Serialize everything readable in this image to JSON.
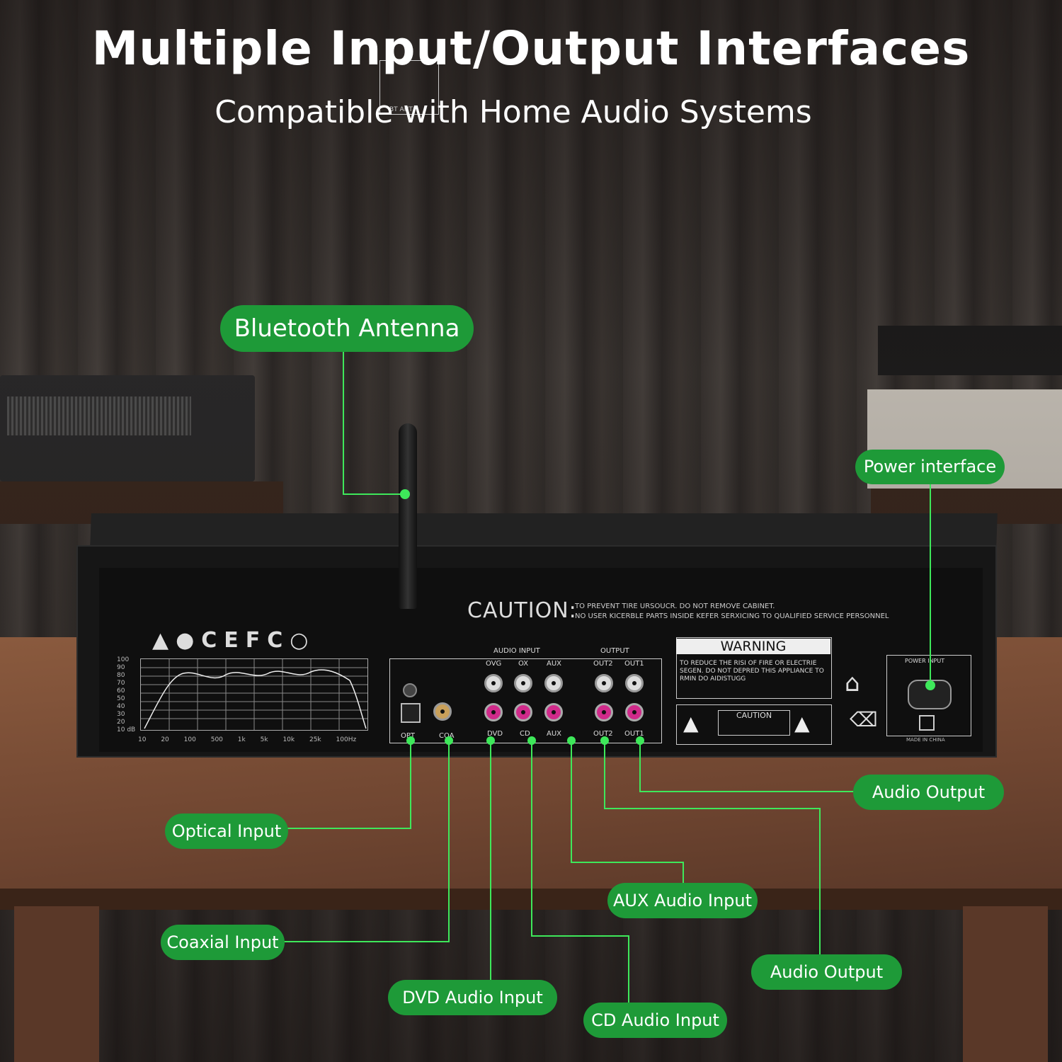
{
  "header": {
    "title": "Multiple Input/Output Interfaces",
    "subtitle": "Compatible with Home Audio Systems"
  },
  "callouts": {
    "bluetooth_antenna": "Bluetooth Antenna",
    "power_interface": "Power interface",
    "audio_output_1": "Audio Output",
    "optical_input": "Optical Input",
    "aux_audio_input": "AUX Audio Input",
    "coaxial_input": "Coaxial Input",
    "audio_output_2": "Audio Output",
    "dvd_audio_input": "DVD Audio Input",
    "cd_audio_input": "CD Audio Input"
  },
  "panel": {
    "caution_heading": "CAUTION:",
    "caution_line1": "TO PREVENT TIRE URSOUCR. DO NOT REMOVE CABINET.",
    "caution_line2": "NO USER KICERBLE PARTS INSIDE KEFER SERXICING TO QUALIFIED SERVICE PERSONNEL",
    "bt_ant": "BT ANT",
    "audio_input_hdr": "AUDIO INPUT",
    "output_hdr": "OUTPUT",
    "jack_top_labels": [
      "OVG",
      "OX",
      "AUX",
      "OUT2",
      "OUT1"
    ],
    "jack_bottom_labels": [
      "DVD",
      "CD",
      "AUX",
      "OUT2",
      "OUT1"
    ],
    "opt_label": "OPT",
    "coa_label": "COA",
    "warning_title": "WARNING",
    "warning_body": "TO REDUCE THE RISI OF FIRE OR ELECTRIE SEGEN. DO NOT DEPRED THIS APPLIANCE TO RMIN DO AIDISTUGG",
    "caution_small": "CAUTION",
    "power_input": "POWER INPUT",
    "made_in": "MADE IN CHINA",
    "graph_y": [
      "100",
      "90",
      "80",
      "70",
      "60",
      "50",
      "40",
      "30",
      "20",
      "10 dB"
    ],
    "graph_x": [
      "10",
      "20",
      "100",
      "500",
      "1k",
      "5k",
      "10k",
      "25k",
      "100Hz"
    ]
  },
  "colors": {
    "callout_green": "#1e9a38",
    "line_green": "#3ee85a"
  }
}
